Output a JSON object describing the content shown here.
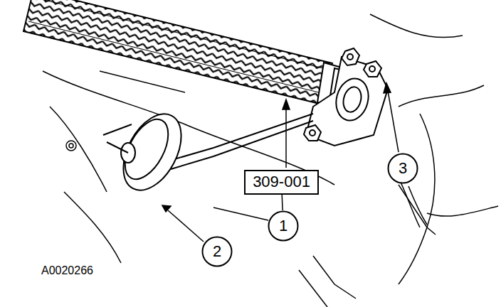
{
  "diagram": {
    "nodes": [
      {
        "text": [
          "309-001"
        ]
      },
      {
        "text": [
          "1"
        ]
      },
      {
        "text": [
          "2"
        ]
      },
      {
        "text": [
          "3"
        ]
      }
    ],
    "edges": [
      {
        "from": 0,
        "to": 1,
        "arrow": "none"
      }
    ],
    "labels": [
      "A0020266"
    ]
  }
}
